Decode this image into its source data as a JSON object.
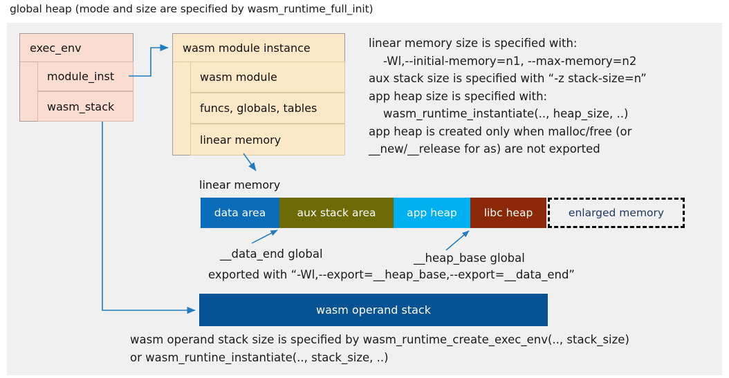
{
  "title": "global heap (mode and size are specified by wasm_runtime_full_init)",
  "colors": {
    "panel_bg": "#f0f0f0",
    "exec_env_fill": "#fadcd0",
    "module_inst_fill": "#fce8c6",
    "data_area": "#0b6cba",
    "aux_stack_area": "#6b6a06",
    "app_heap": "#00b0f0",
    "libc_heap": "#8a2808",
    "enlarged_memory_text": "#1f3864",
    "operand_stack": "#065292",
    "arrow": "#1f7cc2"
  },
  "exec_env": {
    "header": "exec_env",
    "fields": [
      "module_inst",
      "wasm_stack"
    ]
  },
  "module_instance": {
    "header": "wasm module instance",
    "fields": [
      "wasm module",
      "funcs, globals, tables",
      "linear memory"
    ]
  },
  "notes": {
    "right_block": "linear memory size is specified with:\n    -Wl,--initial-memory=n1, --max-memory=n2\naux stack size is specified with “-z stack-size=n”\napp heap size is specified with:\n    wasm_runtime_instantiate(.., heap_size, ..)\napp heap is created only when malloc/free (or\n__new/__release for as) are not exported"
  },
  "linear_memory": {
    "label": "linear memory",
    "segments": [
      {
        "name": "data area",
        "color": "#0b6cba"
      },
      {
        "name": "aux stack area",
        "color": "#6b6a06"
      },
      {
        "name": "app heap",
        "color": "#00b0f0"
      },
      {
        "name": "libc heap",
        "color": "#8a2808"
      },
      {
        "name": "enlarged memory",
        "color": "transparent"
      }
    ],
    "annotations": {
      "data_end": "__data_end global",
      "heap_base": "__heap_base global",
      "exported": "exported with “-Wl,--export=__heap_base,--export=__data_end”"
    }
  },
  "operand_stack": {
    "label": "wasm operand stack",
    "note_line1": "wasm operand stack size is specified by wasm_runtime_create_exec_env(.., stack_size)",
    "note_line2": "or wasm_runtine_instantiate(.., stack_size, ..)"
  }
}
